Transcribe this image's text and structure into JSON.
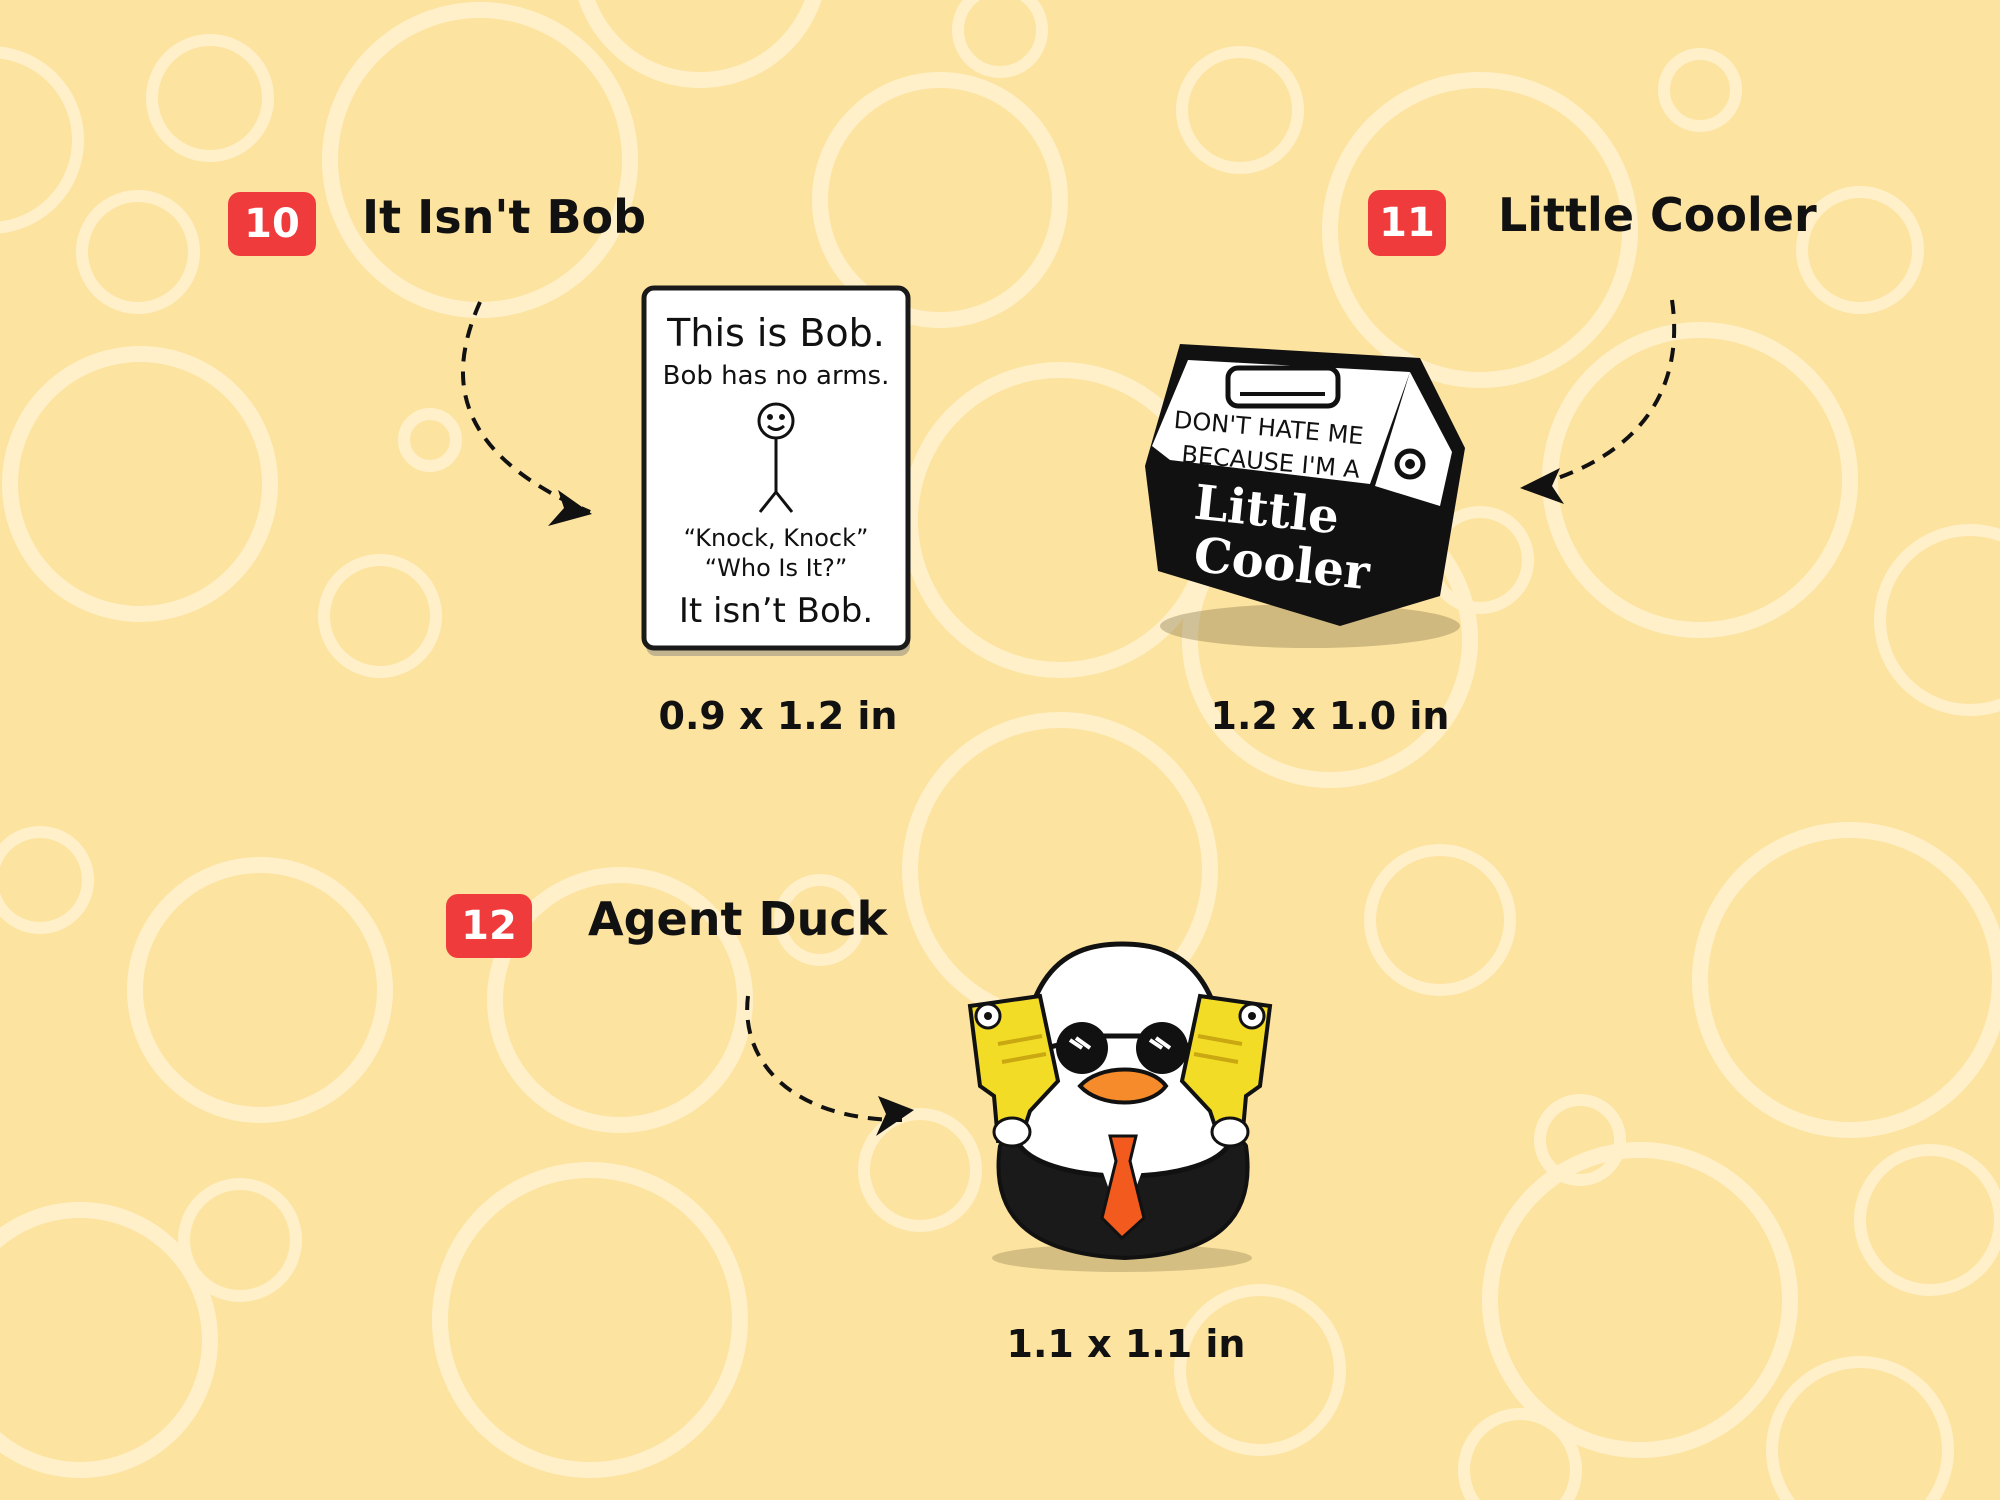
{
  "colors": {
    "background": "#fde3a0",
    "bubble": "#fff0c9",
    "badge": "#ef3b3b",
    "text": "#111111"
  },
  "items": [
    {
      "number": "10",
      "title": "It Isn't Bob",
      "size": "0.9 x 1.2 in",
      "pin_text": {
        "line1": "This is Bob.",
        "line2": "Bob has no arms.",
        "line3": "“Knock, Knock”",
        "line4": "“Who Is It?”",
        "line5": "It isn’t Bob."
      }
    },
    {
      "number": "11",
      "title": "Little Cooler",
      "size": "1.2 x 1.0 in",
      "pin_text": {
        "line1": "DON'T HATE ME",
        "line2": "BECAUSE I'M A",
        "line3": "Little",
        "line4": "Cooler"
      }
    },
    {
      "number": "12",
      "title": "Agent Duck",
      "size": "1.1 x 1.1 in",
      "pin_icon": "duck-with-sunglasses-and-guns-icon"
    }
  ]
}
